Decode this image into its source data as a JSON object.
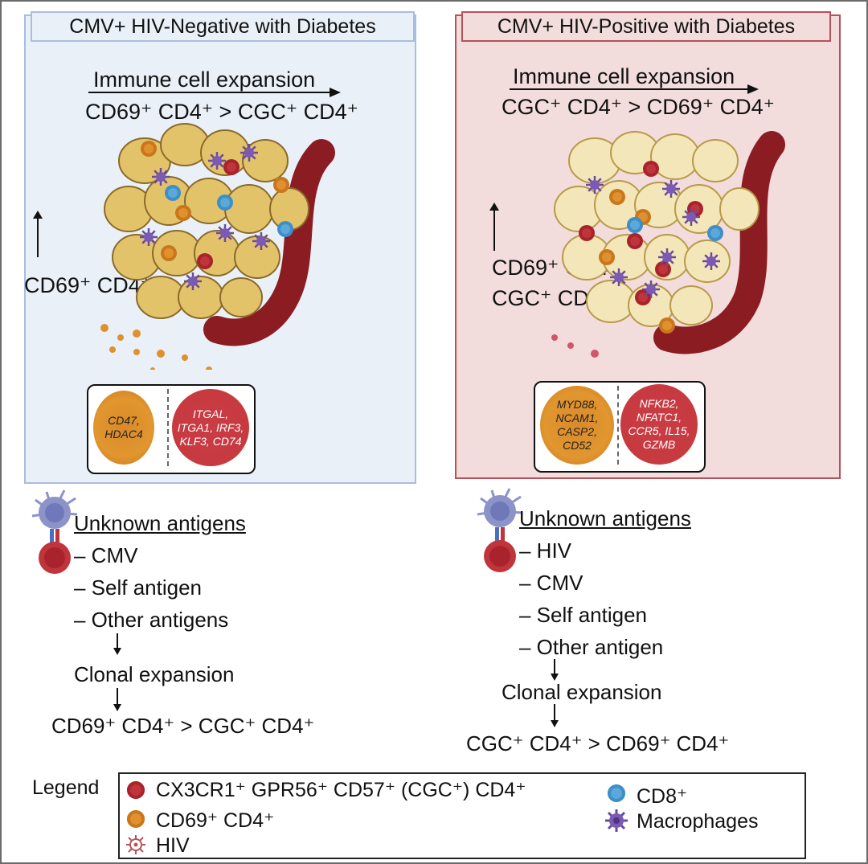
{
  "left_panel": {
    "title": "CMV+ HIV-Negative with Diabetes",
    "expansion_title": "Immune cell expansion",
    "expansion_order": "CD69⁺ CD4⁺ > CGC⁺ CD4⁺",
    "increased_label": "CD69⁺ CD4⁺",
    "orange_genes": [
      "CD47,",
      "HDAC4"
    ],
    "red_genes": [
      "ITGAL,",
      "ITGA1, IRF3,",
      "KLF3, CD74"
    ]
  },
  "right_panel": {
    "title": "CMV+ HIV-Positive with Diabetes",
    "expansion_title": "Immune cell expansion",
    "expansion_order": "CGC⁺ CD4⁺ > CD69⁺ CD4⁺",
    "increased_label_1": "CD69⁺ CD4⁺",
    "increased_label_2": "CGC⁺ CD4⁺",
    "orange_genes": [
      "MYD88,",
      "NCAM1,",
      "CASP2,",
      "CD52"
    ],
    "red_genes": [
      "NFKB2,",
      "NFATC1,",
      "CCR5, IL15,",
      "GZMB"
    ]
  },
  "left_antigens": {
    "heading": "Unknown antigens",
    "items": [
      "– CMV",
      "– Self antigen",
      "– Other antigens"
    ],
    "clonal": "Clonal expansion",
    "result": "CD69⁺ CD4⁺ > CGC⁺ CD4⁺"
  },
  "right_antigens": {
    "heading": "Unknown antigens",
    "items": [
      "– HIV",
      "– CMV",
      "– Self antigen",
      "– Other antigen"
    ],
    "clonal": "Clonal expansion",
    "result": "CGC⁺ CD4⁺ > CD69⁺ CD4⁺"
  },
  "legend": {
    "label": "Legend",
    "cgc": "CX3CR1⁺ GPR56⁺ CD57⁺ (CGC⁺) CD4⁺",
    "cd69": "CD69⁺ CD4⁺",
    "hiv": "HIV",
    "cd8": "CD8⁺",
    "macrophages": "Macrophages"
  },
  "colors": {
    "cgc_red": "#c0343c",
    "cd69_orange": "#e0902c",
    "cd8_blue": "#5aa9dc",
    "macrophage_purple": "#6a4aa0",
    "vessel": "#8a1c22",
    "adipocyte_left": "#e3c36a",
    "adipocyte_right": "#f3e6b8"
  }
}
